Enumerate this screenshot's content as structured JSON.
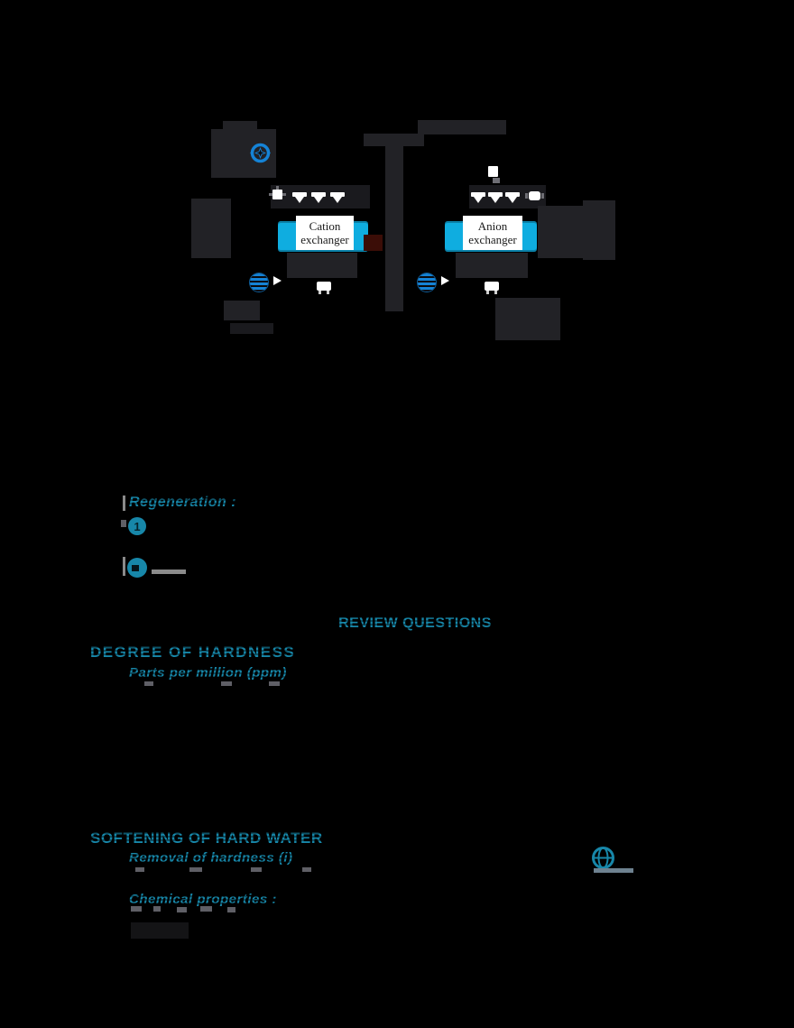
{
  "colors": {
    "background": "#000000",
    "accent_teal": "#1787A9",
    "vessel_cyan": "#0FADE0",
    "valve_blue": "#1583D6",
    "dark_red": "#3B0D07",
    "icon_white": "#FFFFFF"
  },
  "figure": {
    "cation_exchanger_label": "Cation exchanger",
    "anion_exchanger_label": "Anion exchanger",
    "icons": [
      "flow-valve-icon",
      "nozzle-icon",
      "inlet-fitting-icon",
      "gauge-icon",
      "gate-valve-icon",
      "flow-arrow-icon",
      "beaker-icon"
    ]
  },
  "content": {
    "regeneration_heading": "Regeneration :",
    "list_marker_1": "1",
    "review_heading": "REVIEW QUESTIONS",
    "degree_heading": "DEGREE OF HARDNESS",
    "ppm_subheading": "Parts per million (ppm)",
    "softening_heading": "SOFTENING OF HARD WATER",
    "removal_subheading": "Removal of hardness (i)",
    "chemical_subheading": "Chemical properties :"
  }
}
